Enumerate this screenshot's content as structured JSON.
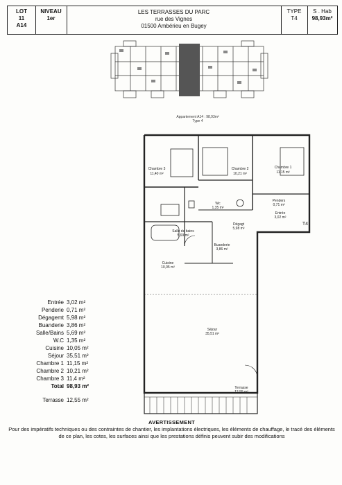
{
  "header": {
    "lot_label": "LOT",
    "lot_number": "11",
    "lot_code": "A14",
    "niveau_label": "NIVEAU",
    "niveau_value": "1er",
    "residence": "LES TERRASSES DU PARC",
    "street": "rue des Vignes",
    "city": "01500 Ambérieu en Bugey",
    "type_label": "TYPE",
    "type_value": "T4",
    "shab_label": "S . Hab",
    "shab_value": "98,93m²"
  },
  "plan": {
    "caption_line1": "Appartement A14 : 98,93m²",
    "caption_line2": "Type 4",
    "type_tag": "T4",
    "rooms": [
      {
        "name": "Chambre 3",
        "area": "11,40 m²"
      },
      {
        "name": "Chambre 2",
        "area": "10,21 m²"
      },
      {
        "name": "Chambre 1",
        "area": "11,15 m²"
      },
      {
        "name": "Wc",
        "area": "1,35 m²"
      },
      {
        "name": "Penders",
        "area": "0,71 m²"
      },
      {
        "name": "Salle de bains",
        "area": "5,69 m²"
      },
      {
        "name": "Dégagt",
        "area": "5,98 m²"
      },
      {
        "name": "Entrée",
        "area": "3,02 m²"
      },
      {
        "name": "Buanderie",
        "area": "3,86 m²"
      },
      {
        "name": "Cuisine",
        "area": "10,05 m²"
      },
      {
        "name": "Séjour",
        "area": "35,51 m²"
      },
      {
        "name": "Terrasse",
        "area": "12,55 m²"
      }
    ]
  },
  "surfaces": [
    {
      "label": "Entrée",
      "value": "3,02 m²"
    },
    {
      "label": "Penderie",
      "value": "0,71 m²"
    },
    {
      "label": "Dégagemt",
      "value": "5,98 m²"
    },
    {
      "label": "Buanderie",
      "value": "3,86 m²"
    },
    {
      "label": "Salle/Bains",
      "value": "5,69 m²"
    },
    {
      "label": "W.C",
      "value": "1,35 m²"
    },
    {
      "label": "Cuisine",
      "value": "10,05 m²"
    },
    {
      "label": "Séjour",
      "value": "35,51 m²"
    },
    {
      "label": "Chambre 1",
      "value": "11,15 m²"
    },
    {
      "label": "Chambre 2",
      "value": "10,21 m²"
    },
    {
      "label": "Chambre 3",
      "value": "11,4 m²"
    }
  ],
  "total": {
    "label": "Total",
    "value": "98,93 m²"
  },
  "terrasse": {
    "label": "Terrasse",
    "value": "12,55 m²"
  },
  "warning": {
    "title": "AVERTISSEMENT",
    "line1": "Pour des impératifs techniques ou des contraintes de chantier, les implantations électriques, les éléments de chauffage, le tracé des éléments",
    "line2": "de ce plan, les cotes, les surfaces ainsi que les prestations définis peuvent subir des modifications"
  }
}
